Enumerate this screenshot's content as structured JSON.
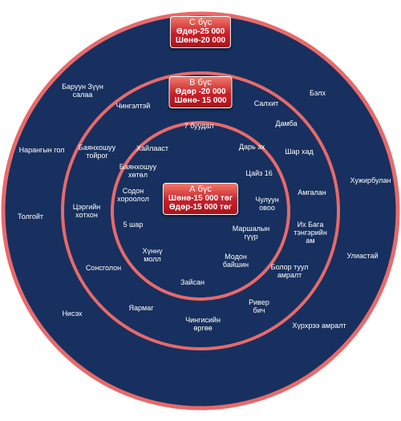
{
  "colors": {
    "ring_fill": "#17305f",
    "ring_stroke": "#e86a6a",
    "zone_box": "#c8202a",
    "text": "#ffffff"
  },
  "zones": {
    "c": {
      "title": "С бүс",
      "line1": "Өдөр-25 000",
      "line2": "Шөнө-20 000"
    },
    "b": {
      "title": "В бүс",
      "line1": "Өдөр -20 000",
      "line2": "Шөнө- 15 000"
    },
    "a": {
      "title": "А бүс",
      "line1": "Шөнө-15 000 төг",
      "line2": "Өдөр-15 000 төг"
    }
  },
  "labels": {
    "outer": [
      "Баруун Зүүн\nсалаа",
      "Бэлх",
      "Нарангын гол",
      "Хужирбулан",
      "Толгойт",
      "Улиастай",
      "Нисэх",
      "Хүрхрээ амралт"
    ],
    "middle": [
      "Чингэлтэй",
      "Салхит",
      "Дамба",
      "Баянхошуу\nтойрог",
      "Шар хад",
      "Амгалан",
      "Цэргийн\nхотхон",
      "Их Багa\nтэнгэрийн\nам",
      "Сонсголон",
      "Болор туул\nамралт",
      "Яармаг",
      "Ривер\nбич",
      "Чингисийн\nөргөө"
    ],
    "inner": [
      "7 буудал",
      "Хайлааст",
      "Дарь эх",
      "Баянхошуу\nхөтөл",
      "Цайз 16",
      "Содон\nхороолол",
      "Чулуун\nовоо",
      "5 шар",
      "Маршалын\nгүүр",
      "Хүннү\nмолл",
      "Модон\nбайшин",
      "Зайсан"
    ]
  }
}
